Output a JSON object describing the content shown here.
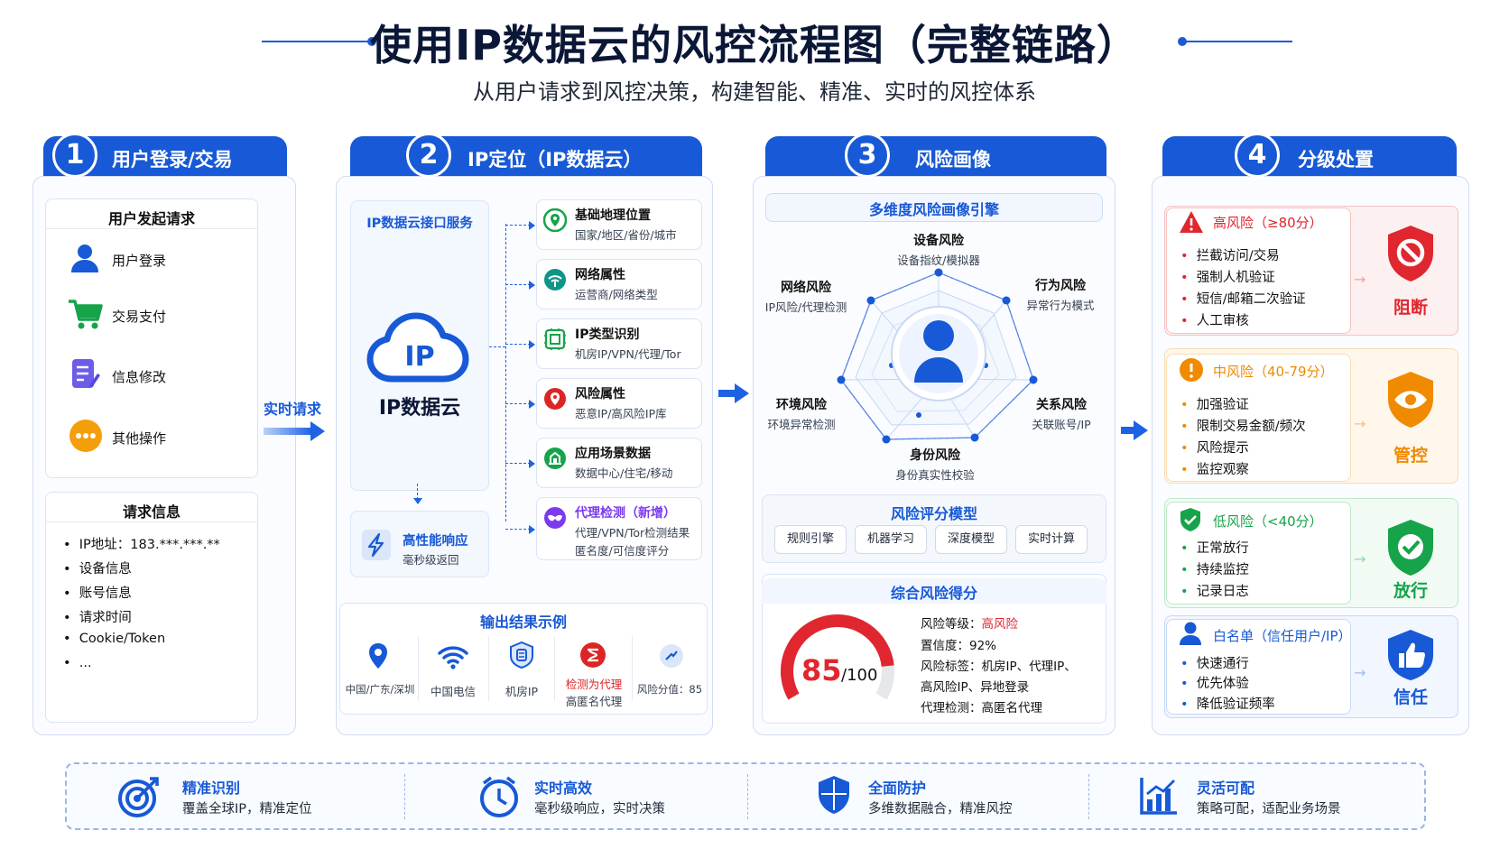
{
  "header": {
    "title": "使用IP数据云的风控流程图（完整链路）",
    "subtitle": "从用户请求到风控决策，构建智能、精准、实时的风控体系"
  },
  "steps": [
    {
      "num": "1",
      "label": "用户登录/交易"
    },
    {
      "num": "2",
      "label": "IP定位（IP数据云）"
    },
    {
      "num": "3",
      "label": "风险画像"
    },
    {
      "num": "4",
      "label": "分级处置"
    }
  ],
  "col1": {
    "request_title": "用户发起请求",
    "actions": [
      "用户登录",
      "交易支付",
      "信息修改",
      "其他操作"
    ],
    "info_title": "请求信息",
    "info_items": [
      "IP地址：183.***.***.**",
      "设备信息",
      "账号信息",
      "请求时间",
      "Cookie/Token",
      "..."
    ],
    "arrow_label": "实时请求"
  },
  "col2": {
    "service_title": "IP数据云接口服务",
    "cloud_text": "IP",
    "cloud_label": "IP数据云",
    "perf_title": "高性能响应",
    "perf_sub": "毫秒级返回",
    "items": [
      {
        "title": "基础地理位置",
        "sub": "国家/地区/省份/城市",
        "icon": "location-icon",
        "color": "#16a34a"
      },
      {
        "title": "网络属性",
        "sub": "运营商/网络类型",
        "icon": "network-icon",
        "color": "#0f9488"
      },
      {
        "title": "IP类型识别",
        "sub": "机房IP/VPN/代理/Tor",
        "icon": "ip-type-icon",
        "color": "#16a34a"
      },
      {
        "title": "风险属性",
        "sub": "恶意IP/高风险IP库",
        "icon": "risk-pin-icon",
        "color": "#dc2626"
      },
      {
        "title": "应用场景数据",
        "sub": "数据中心/住宅/移动",
        "icon": "building-icon",
        "color": "#16a34a"
      },
      {
        "title": "代理检测（新增）",
        "sub": "代理/VPN/Tor检测结果",
        "sub2": "匿名度/可信度评分",
        "icon": "mask-icon",
        "color": "#7c3aed"
      }
    ],
    "output_title": "输出结果示例",
    "outputs": [
      {
        "label": "中国/广东/深圳",
        "icon": "location-icon",
        "color": "#1759d6"
      },
      {
        "label": "中国电信",
        "icon": "wifi-icon",
        "color": "#1759d6"
      },
      {
        "label": "机房IP",
        "icon": "server-icon",
        "color": "#1759d6"
      },
      {
        "label": "检测为代理",
        "label2": "高匿名代理",
        "icon": "proxy-alert-icon",
        "color": "#dc2626"
      },
      {
        "label": "风险分值：85",
        "icon": "score-icon",
        "color": "#1759d6"
      }
    ]
  },
  "col3": {
    "engine_title": "多维度风险画像引擎",
    "dims": [
      {
        "name": "设备风险",
        "sub": "设备指纹/模拟器"
      },
      {
        "name": "行为风险",
        "sub": "异常行为模式"
      },
      {
        "name": "关系风险",
        "sub": "关联账号/IP"
      },
      {
        "name": "身份风险",
        "sub": "身份真实性校验"
      },
      {
        "name": "环境风险",
        "sub": "环境异常检测"
      },
      {
        "name": "网络风险",
        "sub": "IP风险/代理检测"
      }
    ],
    "model_title": "风险评分模型",
    "models": [
      "规则引擎",
      "机器学习",
      "深度模型",
      "实时计算"
    ],
    "score_title": "综合风险得分",
    "score": "85",
    "score_max": "/100",
    "score_value": 85,
    "level_label": "风险等级：",
    "level_value": "高风险",
    "confidence": "置信度：92%",
    "tags_line1": "风险标签：机房IP、代理IP、",
    "tags_line2": "高风险IP、异地登录",
    "proxy_line": "代理检测：高匿名代理"
  },
  "col4": {
    "tiers": [
      {
        "title": "高风险（≥80分）",
        "items": [
          "拦截访问/交易",
          "强制人机验证",
          "短信/邮箱二次验证",
          "人工审核"
        ],
        "action": "阻断",
        "color": "#e0262f",
        "bg": "#fdf0f0",
        "border": "#f5c2c2",
        "icon": "warning-icon",
        "badge": "block-shield-icon"
      },
      {
        "title": "中风险（40-79分）",
        "items": [
          "加强验证",
          "限制交易金额/频次",
          "风险提示",
          "监控观察"
        ],
        "action": "管控",
        "color": "#f08a00",
        "bg": "#fff7ec",
        "border": "#f8dcb3",
        "icon": "exclamation-icon",
        "badge": "eye-shield-icon"
      },
      {
        "title": "低风险（<40分）",
        "items": [
          "正常放行",
          "持续监控",
          "记录日志"
        ],
        "action": "放行",
        "color": "#16a34a",
        "bg": "#f1fbf4",
        "border": "#bfe8cb",
        "icon": "check-shield-icon",
        "badge": "check-badge-icon"
      },
      {
        "title": "白名单（信任用户/IP）",
        "items": [
          "快速通行",
          "优先体验",
          "降低验证频率"
        ],
        "action": "信任",
        "color": "#1759d6",
        "bg": "#f1f6ff",
        "border": "#c8d9f7",
        "icon": "user-icon",
        "badge": "thumbs-up-icon"
      }
    ]
  },
  "features": [
    {
      "title": "精准识别",
      "sub": "覆盖全球IP，精准定位",
      "icon": "target-icon"
    },
    {
      "title": "实时高效",
      "sub": "毫秒级响应，实时决策",
      "icon": "clock-icon"
    },
    {
      "title": "全面防护",
      "sub": "多维数据融合，精准风控",
      "icon": "shield-icon"
    },
    {
      "title": "灵活可配",
      "sub": "策略可配，适配业务场景",
      "icon": "bar-chart-icon"
    }
  ]
}
